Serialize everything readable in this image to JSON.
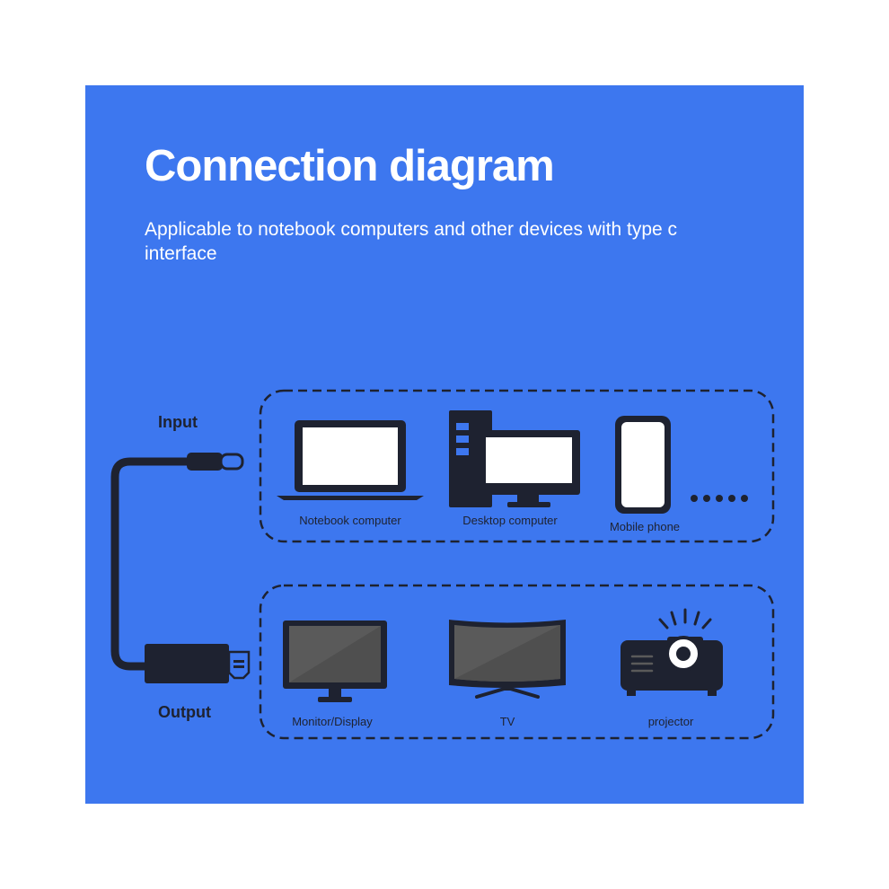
{
  "title": "Connection diagram",
  "subtitle": "Applicable to notebook computers and other devices with type c interface",
  "input_label": "Input",
  "output_label": "Output",
  "input_devices": [
    {
      "label": "Notebook computer",
      "icon": "laptop-icon"
    },
    {
      "label": "Desktop computer",
      "icon": "desktop-computer-icon"
    },
    {
      "label": "Mobile phone",
      "icon": "mobile-phone-icon"
    }
  ],
  "output_devices": [
    {
      "label": "Monitor/Display",
      "icon": "monitor-icon"
    },
    {
      "label": "TV",
      "icon": "tv-icon"
    },
    {
      "label": "projector",
      "icon": "projector-icon"
    }
  ],
  "colors": {
    "background": "#3d77ef",
    "dark": "#1e2230",
    "screen_white": "#ffffff",
    "screen_gray": "#5a5a5a"
  }
}
